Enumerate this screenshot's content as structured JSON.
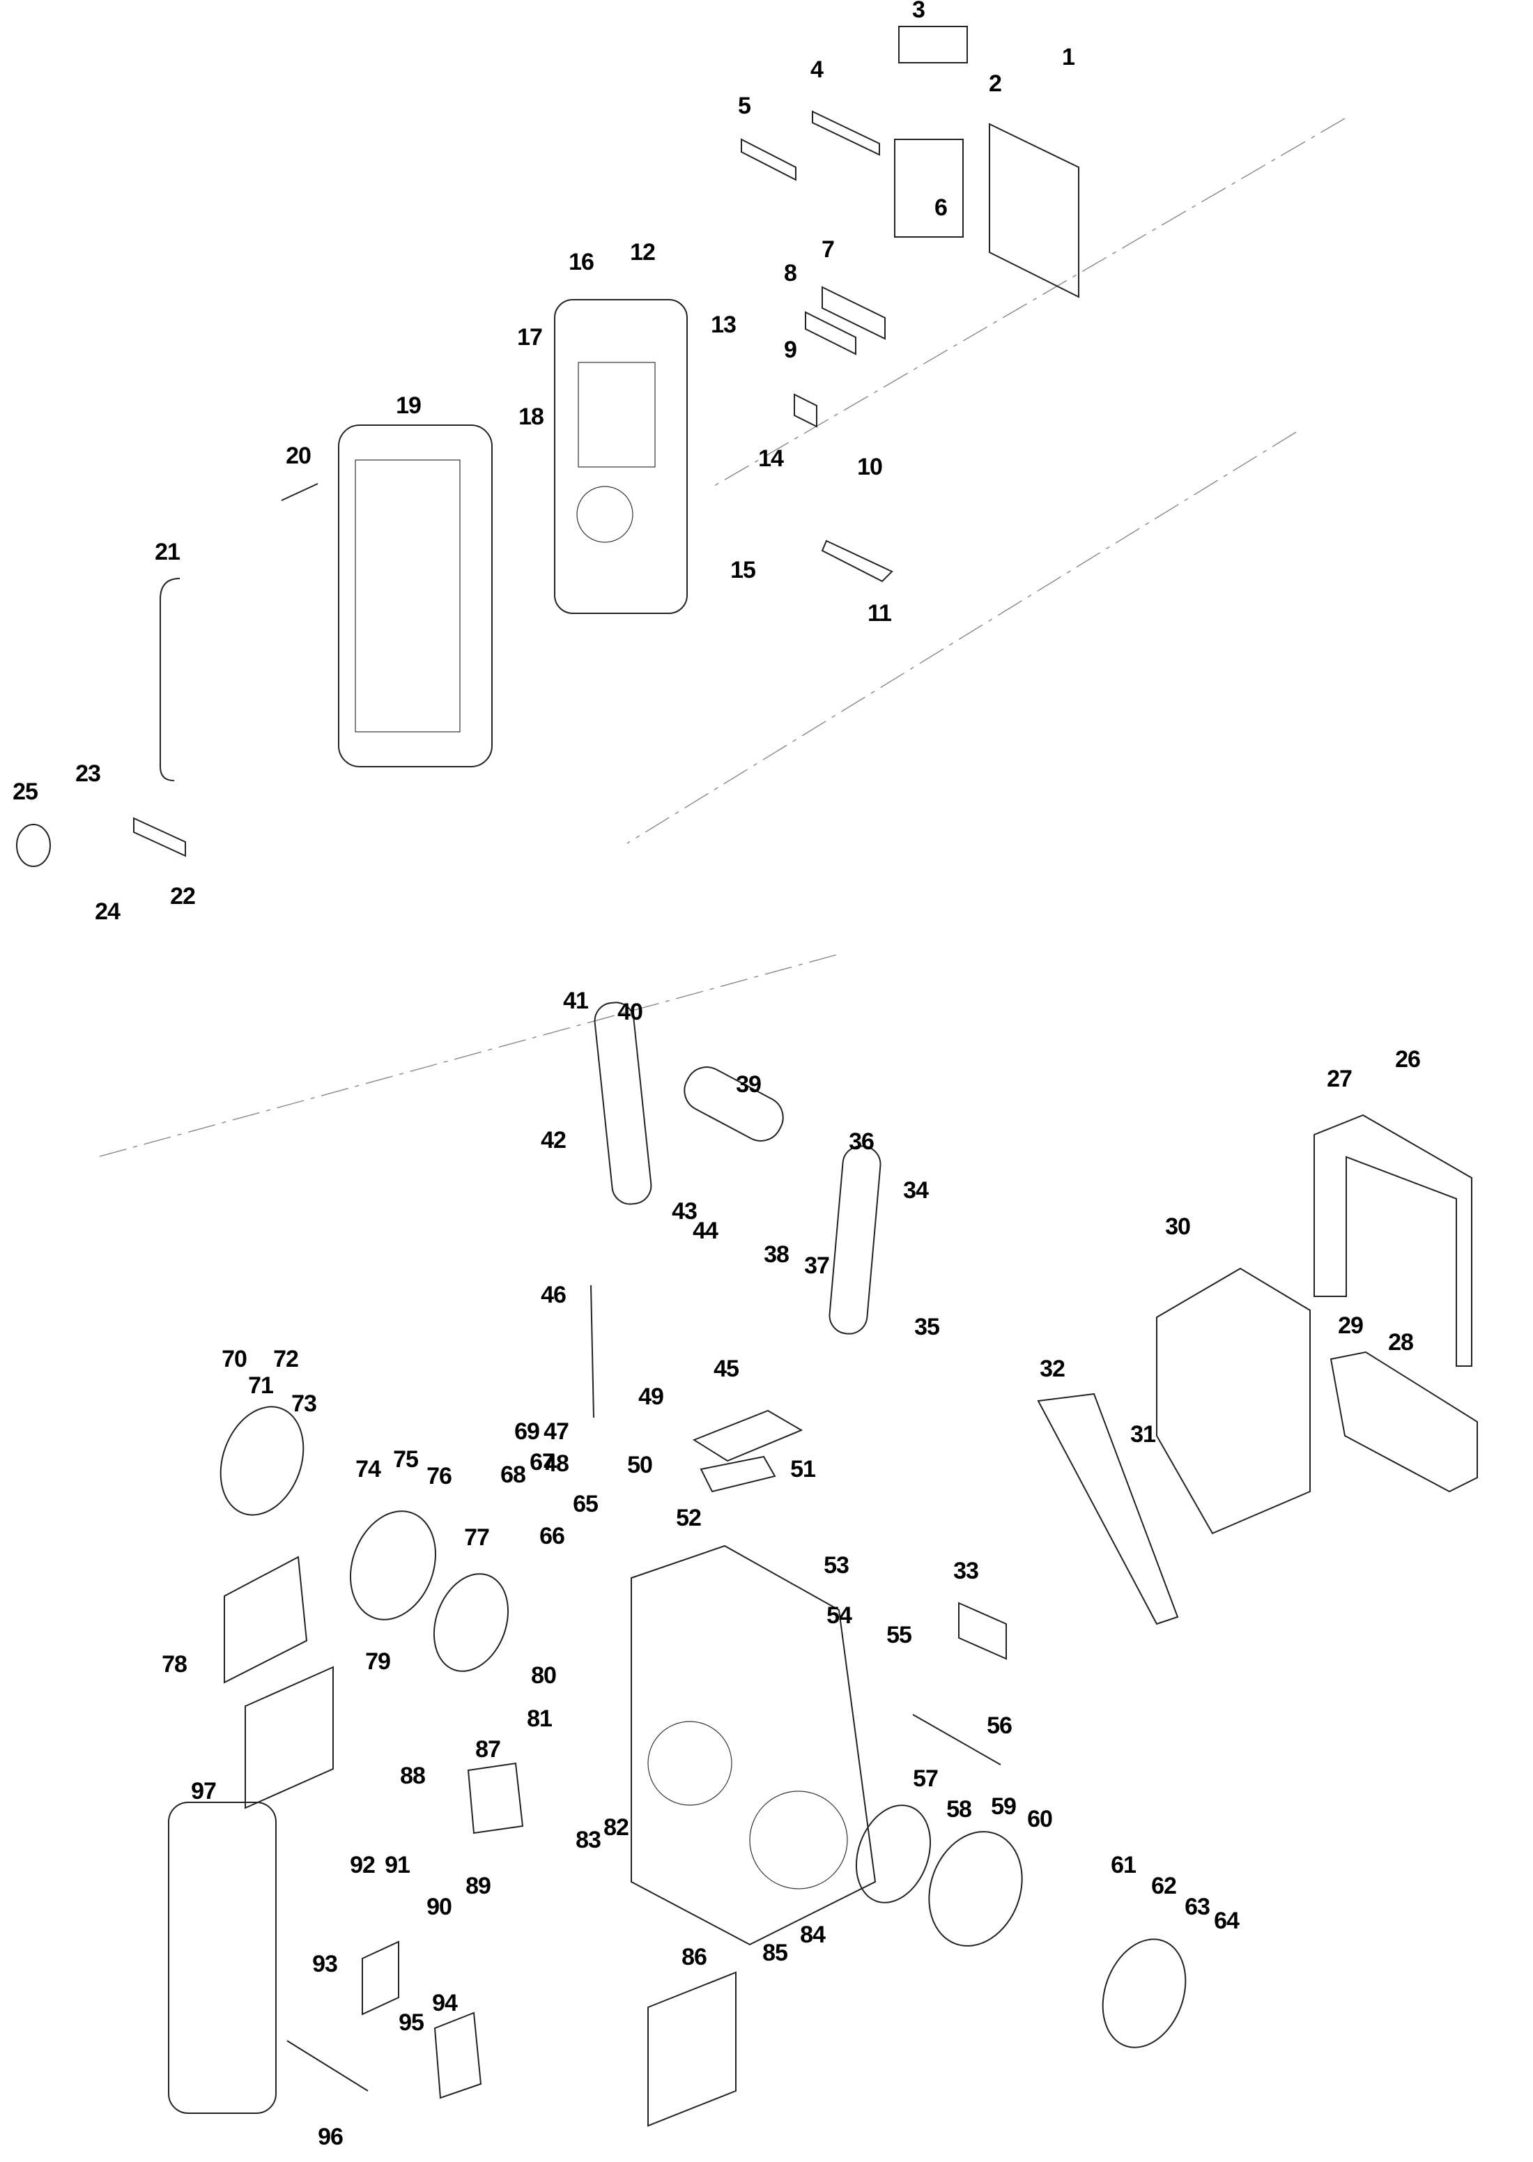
{
  "diagram": {
    "title": "Exploded parts diagram (jobsite radio)",
    "callouts": [
      {
        "id": "1"
      },
      {
        "id": "2"
      },
      {
        "id": "3"
      },
      {
        "id": "4"
      },
      {
        "id": "5"
      },
      {
        "id": "6"
      },
      {
        "id": "7"
      },
      {
        "id": "8"
      },
      {
        "id": "9"
      },
      {
        "id": "10"
      },
      {
        "id": "11"
      },
      {
        "id": "12"
      },
      {
        "id": "13"
      },
      {
        "id": "14"
      },
      {
        "id": "15"
      },
      {
        "id": "16"
      },
      {
        "id": "17"
      },
      {
        "id": "18"
      },
      {
        "id": "19"
      },
      {
        "id": "20"
      },
      {
        "id": "21"
      },
      {
        "id": "22"
      },
      {
        "id": "23"
      },
      {
        "id": "24"
      },
      {
        "id": "25"
      },
      {
        "id": "26"
      },
      {
        "id": "27"
      },
      {
        "id": "28"
      },
      {
        "id": "29"
      },
      {
        "id": "30"
      },
      {
        "id": "31"
      },
      {
        "id": "32"
      },
      {
        "id": "33"
      },
      {
        "id": "34"
      },
      {
        "id": "35"
      },
      {
        "id": "36"
      },
      {
        "id": "37"
      },
      {
        "id": "38"
      },
      {
        "id": "39"
      },
      {
        "id": "40"
      },
      {
        "id": "41"
      },
      {
        "id": "42"
      },
      {
        "id": "43"
      },
      {
        "id": "44"
      },
      {
        "id": "45"
      },
      {
        "id": "46"
      },
      {
        "id": "47"
      },
      {
        "id": "48"
      },
      {
        "id": "49"
      },
      {
        "id": "50"
      },
      {
        "id": "51"
      },
      {
        "id": "52"
      },
      {
        "id": "53"
      },
      {
        "id": "54"
      },
      {
        "id": "55"
      },
      {
        "id": "56"
      },
      {
        "id": "57"
      },
      {
        "id": "58"
      },
      {
        "id": "59"
      },
      {
        "id": "60"
      },
      {
        "id": "61"
      },
      {
        "id": "62"
      },
      {
        "id": "63"
      },
      {
        "id": "64"
      },
      {
        "id": "65"
      },
      {
        "id": "66"
      },
      {
        "id": "67"
      },
      {
        "id": "68"
      },
      {
        "id": "69"
      },
      {
        "id": "70"
      },
      {
        "id": "71"
      },
      {
        "id": "72"
      },
      {
        "id": "73"
      },
      {
        "id": "74"
      },
      {
        "id": "75"
      },
      {
        "id": "76"
      },
      {
        "id": "77"
      },
      {
        "id": "78"
      },
      {
        "id": "79"
      },
      {
        "id": "80"
      },
      {
        "id": "81"
      },
      {
        "id": "82"
      },
      {
        "id": "83"
      },
      {
        "id": "84"
      },
      {
        "id": "85"
      },
      {
        "id": "86"
      },
      {
        "id": "87"
      },
      {
        "id": "88"
      },
      {
        "id": "89"
      },
      {
        "id": "90"
      },
      {
        "id": "91"
      },
      {
        "id": "92"
      },
      {
        "id": "93"
      },
      {
        "id": "94"
      },
      {
        "id": "95"
      },
      {
        "id": "96"
      },
      {
        "id": "97"
      }
    ]
  }
}
